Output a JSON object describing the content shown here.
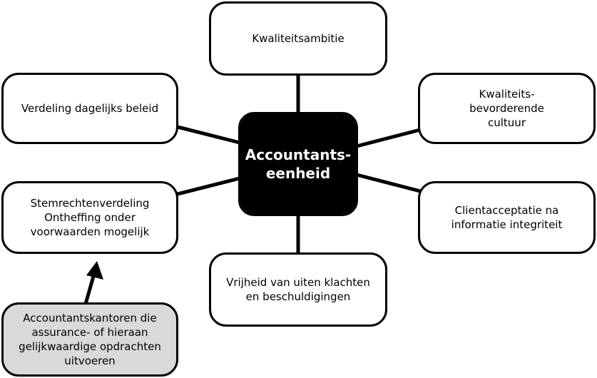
{
  "center": {
    "label": "Accountants-\neenheid"
  },
  "nodes": {
    "top": {
      "label": "Kwaliteitsambitie"
    },
    "upper_left": {
      "label": "Verdeling dagelijks beleid"
    },
    "upper_right": {
      "label": "Kwaliteits-\nbevorderende\ncultuur"
    },
    "lower_left": {
      "label": "Stemrechtenverdeling\nOntheffing onder\nvoorwaarden mogelijk"
    },
    "lower_right": {
      "label": "Clientacceptatie na\ninformatie integriteit"
    },
    "bottom": {
      "label": "Vrijheid van uiten klachten\nen beschuldigingen"
    }
  },
  "source": {
    "label": "Accountantskantoren die\nassurance- of hieraan\ngelijkwaardige opdrachten\nuitvoeren"
  },
  "colors": {
    "center_fill": "#000000",
    "node_fill": "#ffffff",
    "source_fill": "#d9d9d9",
    "stroke": "#000000"
  }
}
